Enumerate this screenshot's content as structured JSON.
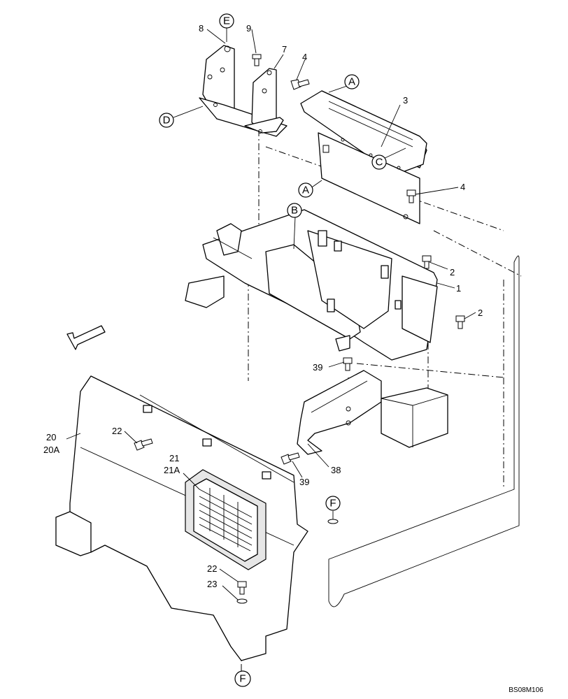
{
  "diagram": {
    "drawing_code": "BS08M106",
    "part_labels": {
      "p1": "1",
      "p2a": "2",
      "p2b": "2",
      "p3": "3",
      "p4a": "4",
      "p4b": "4",
      "p7": "7",
      "p8": "8",
      "p9": "9",
      "p20": "20",
      "p20a": "20A",
      "p21": "21",
      "p21a": "21A",
      "p22a": "22",
      "p22b": "22",
      "p23": "23",
      "p38": "38",
      "p39a": "39",
      "p39b": "39"
    },
    "callouts": {
      "A1": "A",
      "A2": "A",
      "B": "B",
      "C": "C",
      "D": "D",
      "E": "E",
      "F1": "F",
      "F2": "F"
    }
  }
}
